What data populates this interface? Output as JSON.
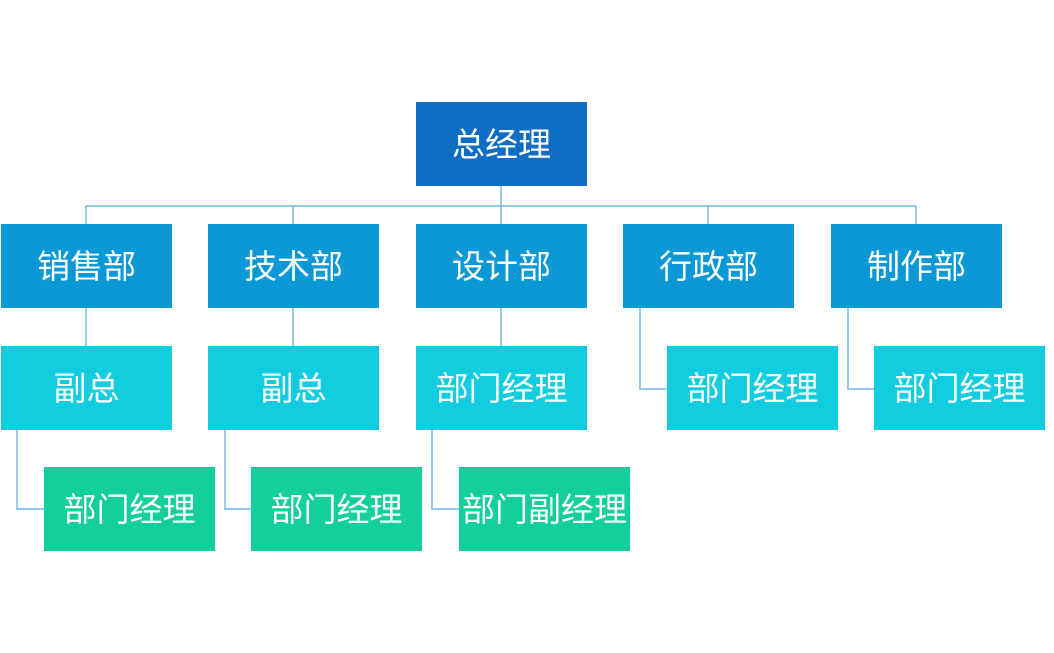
{
  "org_chart": {
    "root": {
      "label": "总经理"
    },
    "departments": [
      {
        "label": "销售部",
        "role": "副总",
        "subrole": "部门经理"
      },
      {
        "label": "技术部",
        "role": "副总",
        "subrole": "部门经理"
      },
      {
        "label": "设计部",
        "role": "部门经理",
        "subrole": "部门副经理"
      },
      {
        "label": "行政部",
        "role": "部门经理",
        "subrole": ""
      },
      {
        "label": "制作部",
        "role": "部门经理",
        "subrole": ""
      }
    ]
  },
  "colors": {
    "top": "#0f6dc3",
    "department": "#0a98d6",
    "role": "#12cde0",
    "subrole": "#13cf9b",
    "connector": "#56a9df",
    "text": "#ffffff"
  }
}
